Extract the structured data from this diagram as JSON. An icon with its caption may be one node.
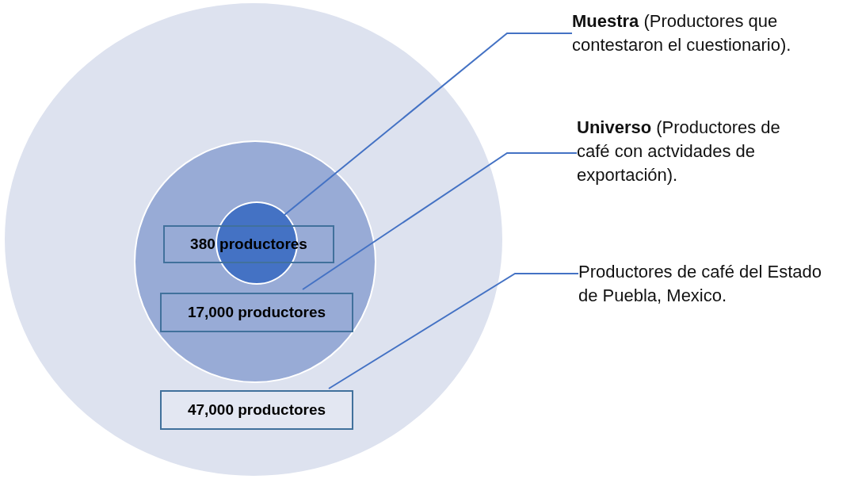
{
  "diagram": {
    "nodes": [
      {
        "text": [],
        "shape": "circle"
      },
      {
        "text": [],
        "shape": "circle",
        "in": 0
      },
      {
        "text": [],
        "shape": "circle",
        "in": 1
      },
      {
        "text": [
          "380 productores"
        ],
        "in": 1
      },
      {
        "text": [
          "17,000 productores"
        ],
        "in": 1
      },
      {
        "text": [
          "47,000 productores"
        ],
        "in": 0
      },
      {
        "text": [
          "**Muestra** (Productores que contestaron el cuestionario)."
        ]
      },
      {
        "text": [
          "**Universo** (Productores de café con actvidades de exportación)."
        ]
      },
      {
        "text": [
          "Productores de café del Estado de Puebla, Mexico."
        ]
      }
    ],
    "edges": [
      {
        "from": 6,
        "to": 3,
        "arrow": "none"
      },
      {
        "from": 7,
        "to": 4,
        "arrow": "none"
      },
      {
        "from": 8,
        "to": 5,
        "arrow": "none"
      }
    ]
  }
}
